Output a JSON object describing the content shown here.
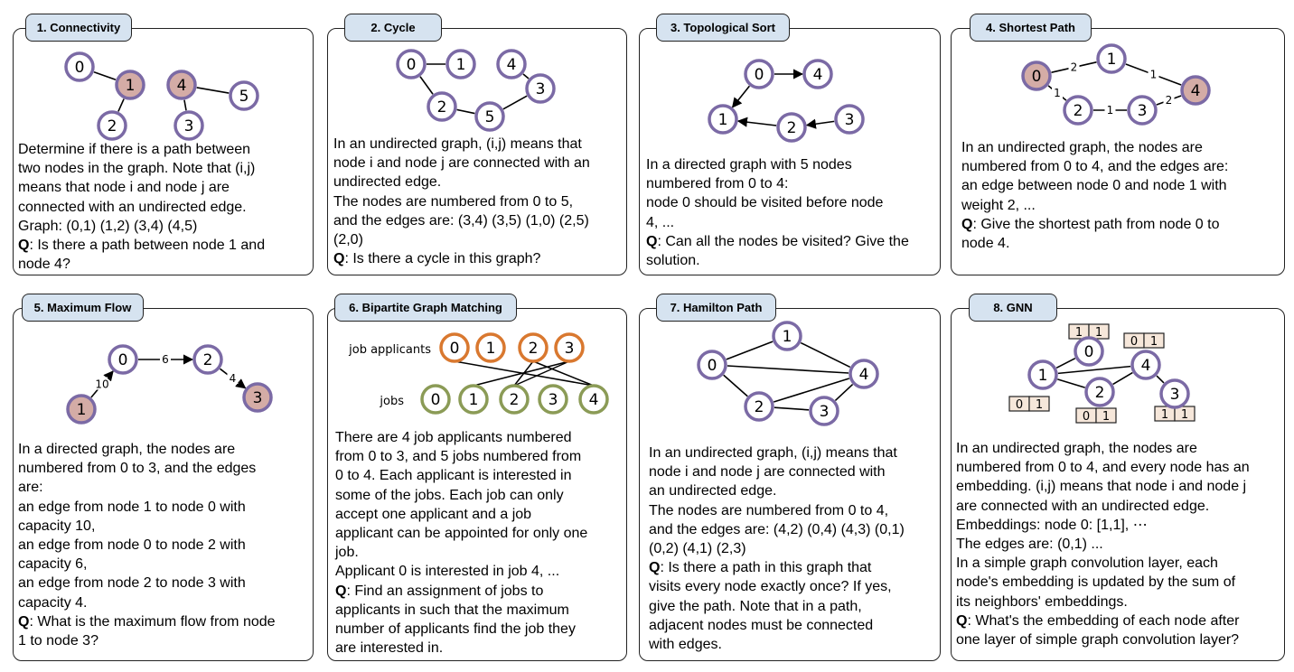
{
  "colors": {
    "node_stroke": "#7b6aa5",
    "node_highlight": "#d4aca6",
    "applicant": "#d9782f",
    "job": "#8b9b56",
    "tab_bg": "#d6e3f0",
    "embed_bg": "#f6e7da"
  },
  "panels": [
    {
      "title": "1. Connectivity",
      "graph": {
        "nodes": [
          "0",
          "1",
          "2",
          "3",
          "4",
          "5"
        ],
        "highlight": [
          "1",
          "4"
        ],
        "edges": [
          [
            "0",
            "1"
          ],
          [
            "1",
            "2"
          ],
          [
            "4",
            "5"
          ],
          [
            "4",
            "3"
          ]
        ]
      },
      "lines": [
        {
          "t": "Determine if there is a path between"
        },
        {
          "t": "two nodes in the graph. Note that (i,j)"
        },
        {
          "t": "means that node i and node j are"
        },
        {
          "t": "connected with an undirected edge."
        },
        {
          "t": "Graph: (0,1) (1,2) (3,4) (4,5)"
        },
        {
          "b": "Q",
          "t": ": Is there a path between node 1 and"
        },
        {
          "t": "node 4?"
        }
      ]
    },
    {
      "title": "2. Cycle",
      "graph": {
        "nodes": [
          "0",
          "1",
          "2",
          "3",
          "4",
          "5"
        ],
        "highlight": [],
        "edges": [
          [
            "0",
            "1"
          ],
          [
            "0",
            "2"
          ],
          [
            "2",
            "5"
          ],
          [
            "5",
            "3"
          ],
          [
            "3",
            "4"
          ]
        ]
      },
      "lines": [
        {
          "t": "In an undirected graph, (i,j) means that"
        },
        {
          "t": "node i and node j are connected with an"
        },
        {
          "t": "undirected edge."
        },
        {
          "t": "The nodes are numbered from 0 to 5,"
        },
        {
          "t": "and the edges are: (3,4) (3,5) (1,0) (2,5)"
        },
        {
          "t": "(2,0)"
        },
        {
          "b": "Q",
          "t": ": Is there a cycle in this graph?"
        }
      ]
    },
    {
      "title": "3. Topological Sort",
      "graph": {
        "nodes": [
          "0",
          "1",
          "2",
          "3",
          "4"
        ],
        "highlight": [],
        "directed": true,
        "edges": [
          [
            "0",
            "4"
          ],
          [
            "0",
            "1"
          ],
          [
            "2",
            "1"
          ],
          [
            "3",
            "2"
          ]
        ]
      },
      "lines": [
        {
          "t": "In a directed graph with 5 nodes"
        },
        {
          "t": "numbered from 0 to 4:"
        },
        {
          "t": "node 0 should be visited before node"
        },
        {
          "t": "4, ..."
        },
        {
          "b": "Q",
          "t": ": Can all the nodes be visited? Give the"
        },
        {
          "t": "solution."
        }
      ]
    },
    {
      "title": "4. Shortest Path",
      "graph": {
        "nodes": [
          "0",
          "1",
          "2",
          "3",
          "4"
        ],
        "highlight": [
          "0",
          "4"
        ],
        "edges": [
          [
            "0",
            "1",
            "2"
          ],
          [
            "1",
            "4",
            "1"
          ],
          [
            "0",
            "2",
            "1"
          ],
          [
            "2",
            "3",
            "1"
          ],
          [
            "3",
            "4",
            "2"
          ]
        ]
      },
      "lines": [
        {
          "t": "In an undirected graph, the nodes are"
        },
        {
          "t": "numbered from 0 to 4, and the edges are:"
        },
        {
          "t": "an edge between node 0 and node 1 with"
        },
        {
          "t": "weight 2, ..."
        },
        {
          "b": "Q",
          "t": ": Give the shortest path from node 0 to"
        },
        {
          "t": "node 4."
        }
      ]
    },
    {
      "title": "5. Maximum Flow",
      "graph": {
        "nodes": [
          "0",
          "1",
          "2",
          "3"
        ],
        "highlight": [
          "1",
          "3"
        ],
        "directed": true,
        "edges": [
          [
            "1",
            "0",
            "10"
          ],
          [
            "0",
            "2",
            "6"
          ],
          [
            "2",
            "3",
            "4"
          ]
        ]
      },
      "lines": [
        {
          "t": "In a directed graph, the nodes are"
        },
        {
          "t": "numbered from 0 to 3, and the edges"
        },
        {
          "t": "are:"
        },
        {
          "t": "an edge from node 1 to node 0 with"
        },
        {
          "t": "capacity 10,"
        },
        {
          "t": "an edge from node 0 to node 2 with"
        },
        {
          "t": "capacity 6,"
        },
        {
          "t": "an edge from node 2 to node 3 with"
        },
        {
          "t": "capacity 4."
        },
        {
          "b": "Q",
          "t": ": What is the maximum flow from node"
        },
        {
          "t": "1 to node 3?"
        }
      ]
    },
    {
      "title": "6. Bipartite Graph Matching",
      "graph": {
        "applicants_label": "job applicants",
        "jobs_label": "jobs",
        "applicants": [
          "0",
          "1",
          "2",
          "3"
        ],
        "jobs": [
          "0",
          "1",
          "2",
          "3",
          "4"
        ],
        "edges": [
          [
            "0",
            "4"
          ],
          [
            "2",
            "2"
          ],
          [
            "2",
            "4"
          ],
          [
            "3",
            "1"
          ],
          [
            "3",
            "2"
          ]
        ]
      },
      "lines": [
        {
          "t": "There are 4 job applicants numbered"
        },
        {
          "t": "from 0 to 3, and 5 jobs numbered from"
        },
        {
          "t": "0 to 4. Each applicant is interested in"
        },
        {
          "t": "some of the jobs. Each job can only"
        },
        {
          "t": "accept one applicant and a job"
        },
        {
          "t": "applicant can be appointed for only one"
        },
        {
          "t": "job."
        },
        {
          "t": "Applicant 0 is interested in job 4, ..."
        },
        {
          "b": "Q",
          "t": ": Find an assignment of jobs to"
        },
        {
          "t": "applicants in such that the maximum"
        },
        {
          "t": "number of applicants find the job they"
        },
        {
          "t": "are interested in."
        }
      ]
    },
    {
      "title": "7. Hamilton Path",
      "graph": {
        "nodes": [
          "0",
          "1",
          "2",
          "3",
          "4"
        ],
        "highlight": [],
        "edges": [
          [
            "0",
            "1"
          ],
          [
            "1",
            "4"
          ],
          [
            "0",
            "4"
          ],
          [
            "0",
            "2"
          ],
          [
            "2",
            "4"
          ],
          [
            "2",
            "3"
          ],
          [
            "3",
            "4"
          ]
        ]
      },
      "lines": [
        {
          "t": "In an undirected graph, (i,j) means that"
        },
        {
          "t": "node i and node j are connected with"
        },
        {
          "t": "an undirected edge."
        },
        {
          "t": "The nodes are numbered from 0 to 4,"
        },
        {
          "t": "and the edges are: (4,2) (0,4) (4,3) (0,1)"
        },
        {
          "t": "(0,2) (4,1) (2,3)"
        },
        {
          "b": "Q",
          "t": ": Is there a path in this graph that"
        },
        {
          "t": "visits every node exactly once? If yes,"
        },
        {
          "t": "give the path. Note that in a path,"
        },
        {
          "t": "adjacent nodes must be connected"
        },
        {
          "t": "with edges."
        }
      ]
    },
    {
      "title": "8. GNN",
      "graph": {
        "nodes": [
          "0",
          "1",
          "2",
          "3",
          "4"
        ],
        "highlight": [],
        "edges": [
          [
            "0",
            "1"
          ],
          [
            "1",
            "4"
          ],
          [
            "1",
            "2"
          ],
          [
            "2",
            "4"
          ],
          [
            "4",
            "3"
          ]
        ],
        "embeddings": {
          "0": [
            "1",
            "1"
          ],
          "1": [
            "0",
            "1"
          ],
          "2": [
            "0",
            "1"
          ],
          "3": [
            "1",
            "1"
          ],
          "4": [
            "0",
            "1"
          ]
        }
      },
      "lines": [
        {
          "t": "In an undirected graph, the nodes are"
        },
        {
          "t": "numbered from 0 to 4, and every node has an"
        },
        {
          "t": "embedding. (i,j) means that node i and node j"
        },
        {
          "t": "are connected with an undirected edge."
        },
        {
          "t": "Embeddings: node 0: [1,1], ⋯"
        },
        {
          "t": "The edges are: (0,1) ..."
        },
        {
          "t": "In a simple graph convolution layer, each"
        },
        {
          "t": "node's embedding is updated by the sum of"
        },
        {
          "t": "its neighbors' embeddings."
        },
        {
          "b": "Q",
          "t": ": What's the embedding of each node after"
        },
        {
          "t": "one layer of simple graph convolution layer?"
        }
      ]
    }
  ]
}
